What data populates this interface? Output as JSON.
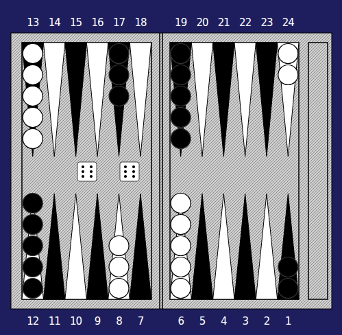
{
  "diagram": {
    "labels": [
      "13",
      "14",
      "15",
      "16",
      "17",
      "18",
      "19",
      "20",
      "21",
      "22",
      "23",
      "24",
      "12",
      "11",
      "10",
      "9",
      "8",
      "7",
      "6",
      "5",
      "4",
      "3",
      "2",
      "1"
    ]
  }
}
